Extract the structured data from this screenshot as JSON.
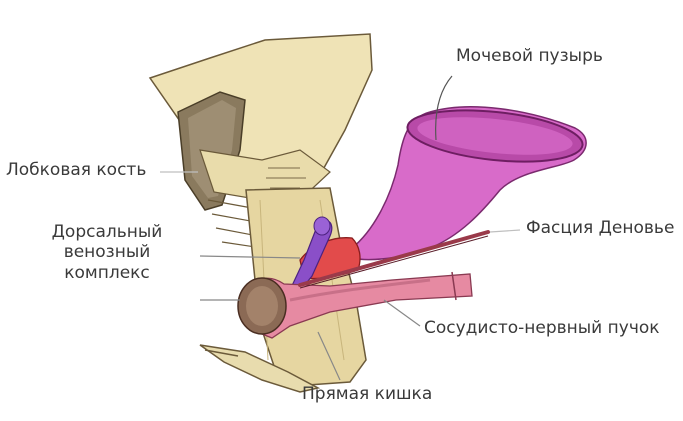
{
  "labels": {
    "bladder": "Мочевой пузырь",
    "pubic_bone": "Лобковая кость",
    "fascia": "Фасция Деновье",
    "dorsal_line1": "Дорсальный",
    "dorsal_line2": "венозный",
    "dorsal_line3": "комплекс",
    "nvb": "Сосудисто-нервный пучок",
    "rectum": "Прямая кишка"
  },
  "colors": {
    "bone": "#ecdfae",
    "bone_shadow": "#d8c58d",
    "bladder": "#d468c8",
    "bladder_dark": "#8a2a7c",
    "prostate": "#e04a4a",
    "rectum": "#e48aa0",
    "vein": "#8a4fc8"
  }
}
